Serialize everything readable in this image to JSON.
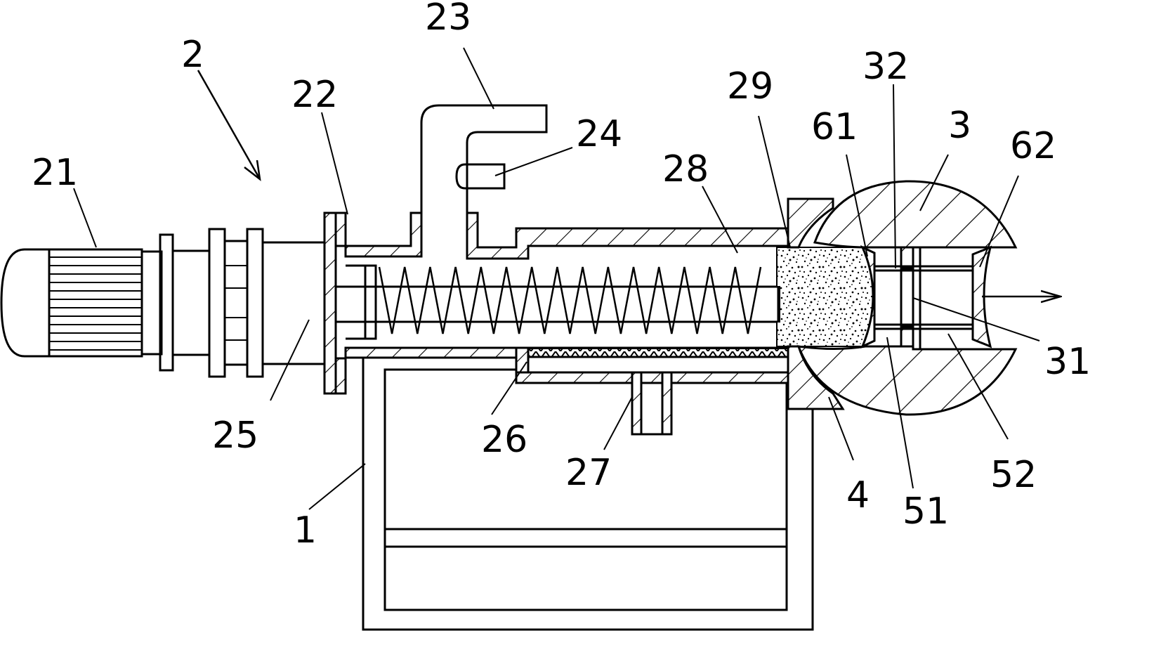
{
  "labels": {
    "l2": "2",
    "l21": "21",
    "l22": "22",
    "l23": "23",
    "l24": "24",
    "l25": "25",
    "l26": "26",
    "l27": "27",
    "l28": "28",
    "l29": "29",
    "l61": "61",
    "l32": "32",
    "l3": "3",
    "l62": "62",
    "l31": "31",
    "l52": "52",
    "l51": "51",
    "l4": "4",
    "l1": "1"
  }
}
